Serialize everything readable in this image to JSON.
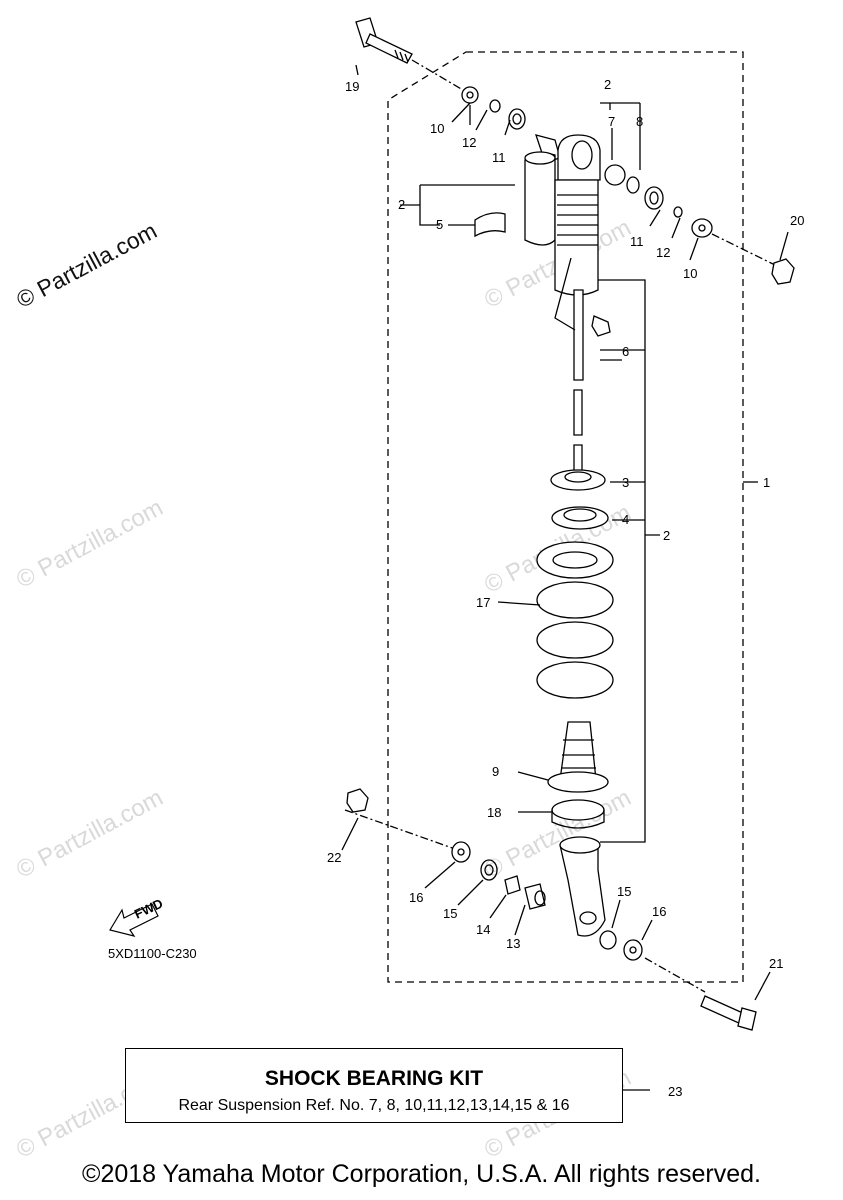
{
  "watermark": "© Partzilla.com",
  "diagram_code": "5XD1100-C230",
  "fwd_label": "FWD",
  "callouts": {
    "c1": "1",
    "c2a": "2",
    "c2b": "2",
    "c2c": "2",
    "c3": "3",
    "c4": "4",
    "c5": "5",
    "c6": "6",
    "c7": "7",
    "c8": "8",
    "c9": "9",
    "c10a": "10",
    "c10b": "10",
    "c11a": "11",
    "c11b": "11",
    "c12a": "12",
    "c12b": "12",
    "c13": "13",
    "c14": "14",
    "c15a": "15",
    "c15b": "15",
    "c16a": "16",
    "c16b": "16",
    "c17": "17",
    "c18": "18",
    "c19": "19",
    "c20": "20",
    "c21": "21",
    "c22": "22",
    "c23": "23"
  },
  "kit": {
    "title": "SHOCK BEARING KIT",
    "subtitle": "Rear Suspension Ref. No. 7, 8, 10,11,12,13,14,15 & 16"
  },
  "copyright": "©2018 Yamaha Motor Corporation, U.S.A. All rights reserved."
}
